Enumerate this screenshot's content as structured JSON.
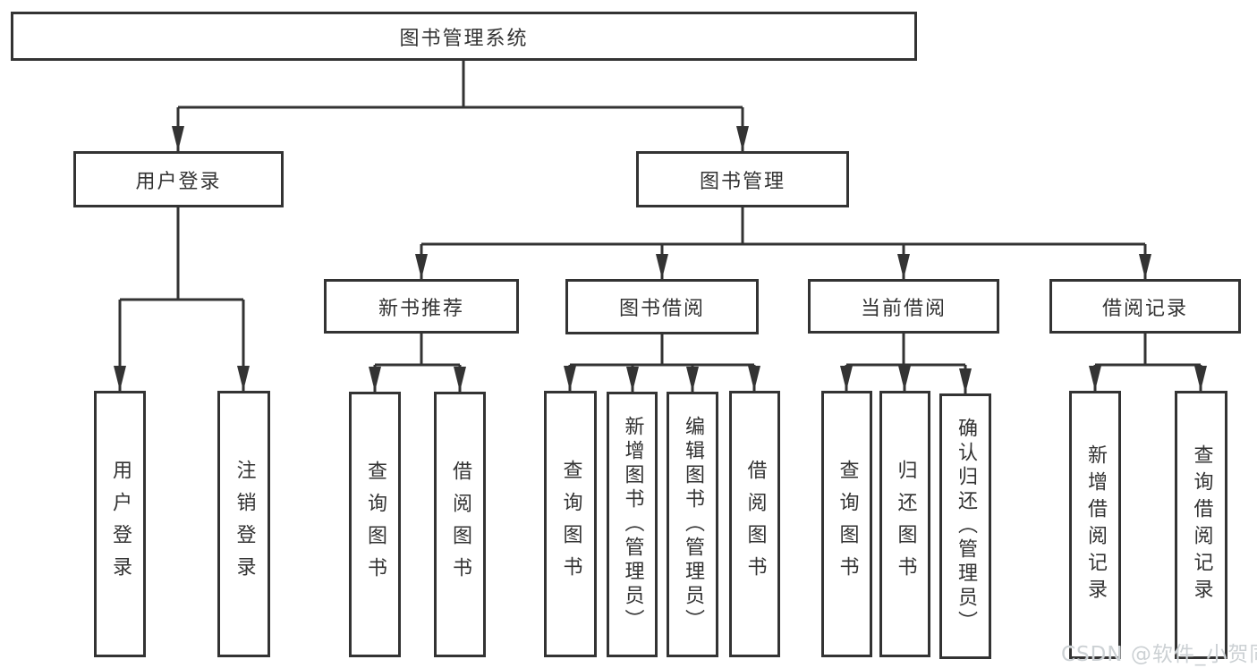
{
  "diagram": {
    "root": "图书管理系统",
    "level2": {
      "user_login_branch": "用户登录",
      "book_management": "图书管理"
    },
    "level3": {
      "new_book_recommend": "新书推荐",
      "book_borrowing": "图书借阅",
      "current_borrowing": "当前借阅",
      "borrowing_records": "借阅记录"
    },
    "leaves": {
      "user_login": "用户登录",
      "logout_login": "注销登录",
      "nb_query_book": "查询图书",
      "nb_borrow_book": "借阅图书",
      "bb_query_book": "查询图书",
      "bb_add_book": "新增图书（管理员）",
      "bb_edit_book": "编辑图书（管理员）",
      "bb_borrow_book": "借阅图书",
      "cb_query_book": "查询图书",
      "cb_return_book": "归还图书",
      "cb_confirm_return": "确认归还（管理员）",
      "br_add_record": "新增借阅记录",
      "br_query_record": "查询借阅记录"
    }
  },
  "watermark": "CSDN @软件_小贺同学",
  "colors": {
    "line": "#333333",
    "text": "#333333",
    "background": "#ffffff",
    "watermark": "#ccd1d4"
  }
}
